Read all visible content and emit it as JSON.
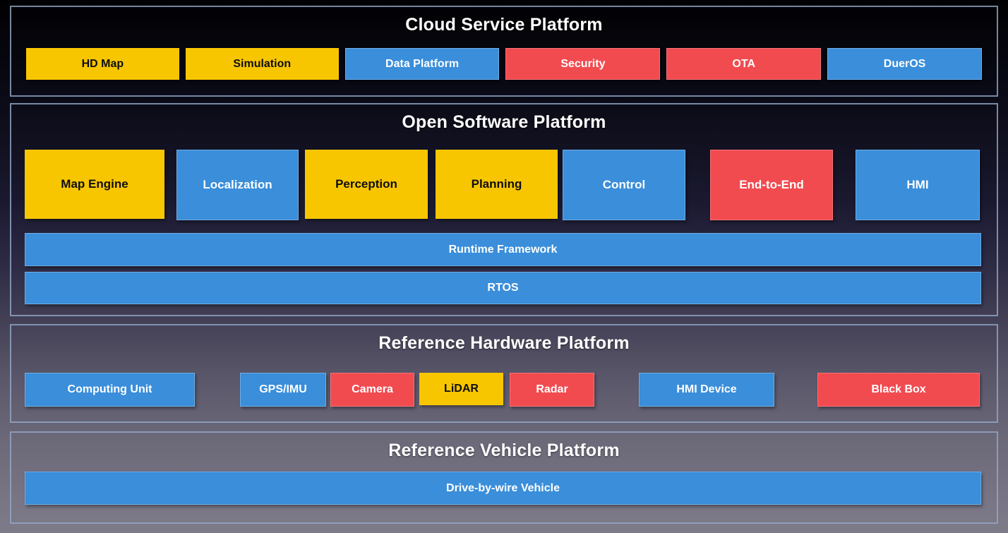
{
  "colors": {
    "yellow": "#F8C600",
    "blue": "#3A8EDA",
    "red": "#F14B50",
    "chip-text-dark": "#0E0E0E",
    "chip-text-light": "#FFFFFF",
    "section-border": "#94A8C8",
    "title-text": "#FFFFFF",
    "background-top": "#010103",
    "background-bottom": "#7E7B89"
  },
  "sections": {
    "cloud": {
      "title": "Cloud Service Platform",
      "items": [
        {
          "label": "HD Map",
          "color": "yellow"
        },
        {
          "label": "Simulation",
          "color": "yellow"
        },
        {
          "label": "Data Platform",
          "color": "blue"
        },
        {
          "label": "Security",
          "color": "red"
        },
        {
          "label": "OTA",
          "color": "red"
        },
        {
          "label": "DuerOS",
          "color": "blue"
        }
      ]
    },
    "software": {
      "title": "Open Software Platform",
      "modules": [
        {
          "label": "Map Engine",
          "color": "yellow"
        },
        {
          "label": "Localization",
          "color": "blue"
        },
        {
          "label": "Perception",
          "color": "yellow"
        },
        {
          "label": "Planning",
          "color": "yellow"
        },
        {
          "label": "Control",
          "color": "blue"
        },
        {
          "label": "End-to-End",
          "color": "red"
        },
        {
          "label": "HMI",
          "color": "blue"
        }
      ],
      "bars": [
        {
          "label": "Runtime Framework",
          "color": "blue"
        },
        {
          "label": "RTOS",
          "color": "blue"
        }
      ]
    },
    "hardware": {
      "title": "Reference Hardware Platform",
      "items": [
        {
          "label": "Computing Unit",
          "color": "blue"
        },
        {
          "label": "GPS/IMU",
          "color": "blue"
        },
        {
          "label": "Camera",
          "color": "red"
        },
        {
          "label": "LiDAR",
          "color": "yellow"
        },
        {
          "label": "Radar",
          "color": "red"
        },
        {
          "label": "HMI Device",
          "color": "blue"
        },
        {
          "label": "Black Box",
          "color": "red"
        }
      ]
    },
    "vehicle": {
      "title": "Reference Vehicle Platform",
      "bars": [
        {
          "label": "Drive-by-wire Vehicle",
          "color": "blue"
        }
      ]
    }
  }
}
